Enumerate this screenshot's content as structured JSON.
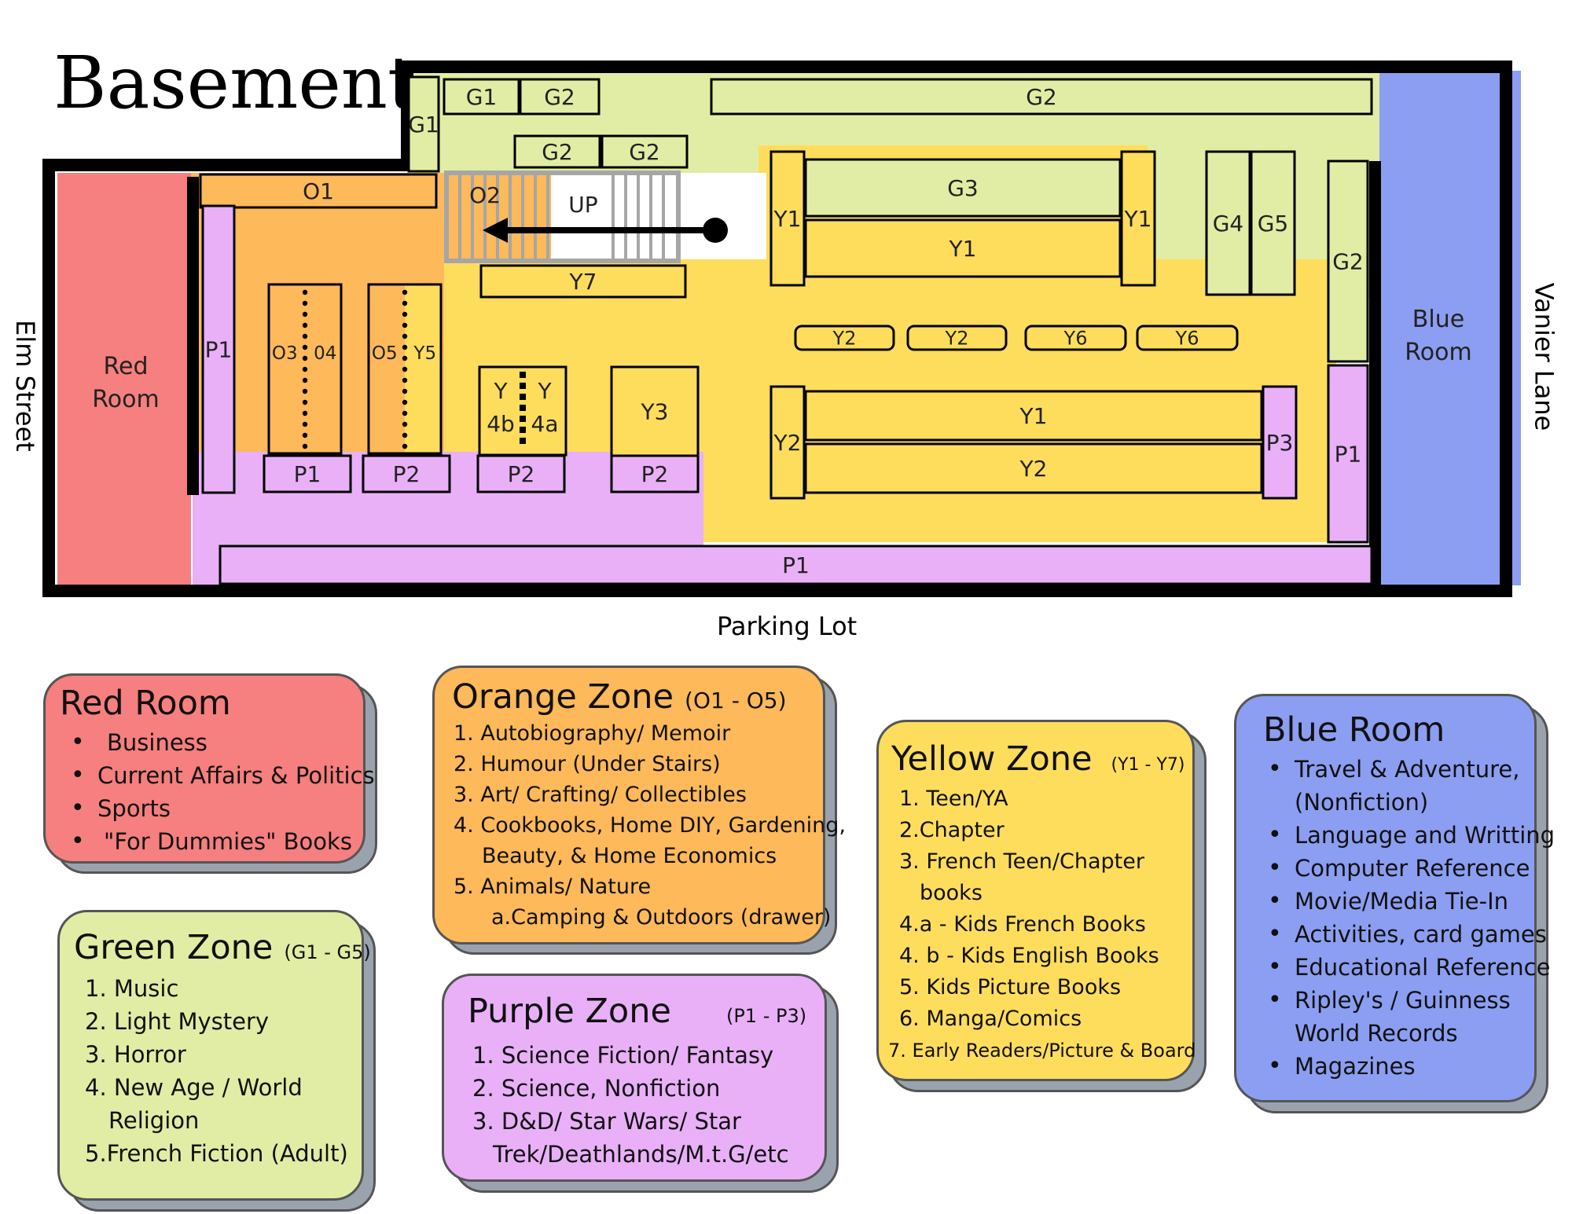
{
  "title": "Basement",
  "streets": {
    "left": "Elm Street",
    "right": "Vanier Lane",
    "bottom": "Parking Lot"
  },
  "colors": {
    "red": "#f67f7f",
    "orange": "#fdb95a",
    "yellow": "#fedd5d",
    "green": "#e1eda4",
    "purple": "#e9b0f8",
    "blue": "#8c9ef1",
    "wall": "#000000",
    "stairs": "#a6a6a6"
  },
  "map": {
    "rooms": {
      "red": [
        "Red",
        "Room"
      ],
      "blue": [
        "Blue",
        "Room"
      ]
    },
    "stairs_label": "UP",
    "shelves": {
      "g1_top": "G1",
      "g2_top_a": "G2",
      "g2_top_long": "G2",
      "g1_side": "G1",
      "g2_mid_a": "G2",
      "g2_mid_b": "G2",
      "g3": "G3",
      "g4": "G4",
      "g5": "G5",
      "g2_right": "G2",
      "o1": "O1",
      "o2": "O2",
      "o3": "O3",
      "o4": "04",
      "o5": "O5",
      "y5": "Y5",
      "y7": "Y7",
      "y1_end_left": "Y1",
      "y1_end_right": "Y1",
      "y1_upper": "Y1",
      "y2_a": "Y2",
      "y2_b": "Y2",
      "y6_a": "Y6",
      "y6_b": "Y6",
      "y2_end": "Y2",
      "y1_lower": "Y1",
      "y2_lower": "Y2",
      "y4b": [
        "Y",
        "4b"
      ],
      "y4a": [
        "Y",
        "4a"
      ],
      "y3": "Y3",
      "p1_left": "P1",
      "p1_small": "P1",
      "p2_a": "P2",
      "p2_b": "P2",
      "p2_c": "P2",
      "p3": "P3",
      "p1_right": "P1",
      "p1_bottom": "P1"
    }
  },
  "legend": {
    "red": {
      "title": "Red Room",
      "items": [
        "Business",
        "Current Affairs & Politics",
        "Sports",
        "\"For Dummies\" Books"
      ]
    },
    "green": {
      "title": "Green Zone",
      "range": "(G1 - G5)",
      "items": [
        "1.  Music",
        "2.  Light Mystery",
        "3.  Horror",
        "4.  New Age / World",
        "Religion",
        "5.French Fiction (Adult)"
      ]
    },
    "orange": {
      "title": "Orange Zone",
      "range": "(O1 - O5)",
      "items": [
        "1.  Autobiography/ Memoir",
        "2.  Humour (Under Stairs)",
        "3.  Art/ Crafting/ Collectibles",
        "4.  Cookbooks, Home DIY, Gardening,",
        "Beauty, & Home Economics",
        "5.  Animals/ Nature",
        "a.Camping & Outdoors (drawer)"
      ]
    },
    "purple": {
      "title": "Purple Zone",
      "range": "(P1 - P3)",
      "items": [
        "1.  Science Fiction/ Fantasy",
        "2.  Science, Nonfiction",
        "3.  D&D/ Star Wars/ Star",
        "Trek/Deathlands/M.t.G/etc"
      ]
    },
    "yellow": {
      "title": "Yellow Zone",
      "range": "(Y1 - Y7)",
      "items": [
        "1.  Teen/YA",
        "2.Chapter",
        "3.  French Teen/Chapter",
        "books",
        "4.a - Kids French Books",
        "4. b - Kids English Books",
        "5.  Kids Picture Books",
        "6.  Manga/Comics",
        "7. Early Readers/Picture & Board"
      ]
    },
    "blue": {
      "title": "Blue Room",
      "items": [
        "Travel & Adventure,",
        "(Nonfiction)",
        "Language and Writting",
        "Computer Reference",
        "Movie/Media Tie-In",
        "Activities, card games",
        "Educational Reference",
        "Ripley's / Guinness",
        "World Records",
        "Magazines"
      ]
    }
  }
}
